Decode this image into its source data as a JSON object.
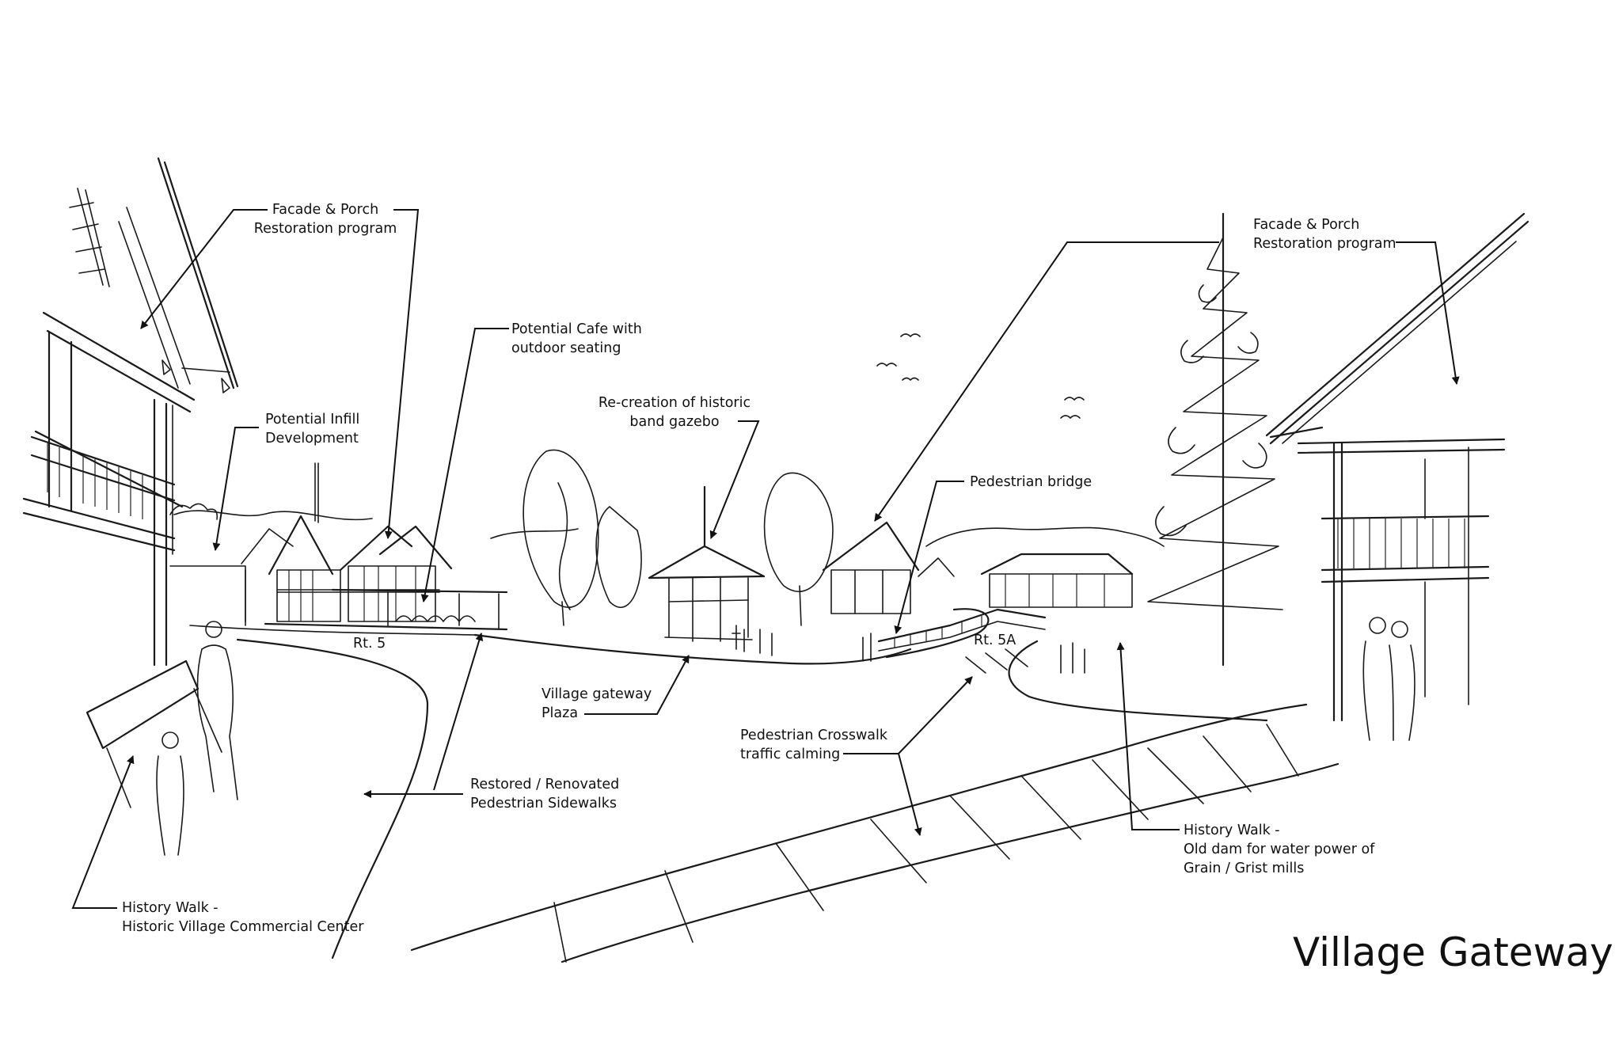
{
  "title": "Village Gateway",
  "annotations": [
    {
      "id": "facade-left",
      "lines": [
        "Facade & Porch",
        "Restoration program"
      ]
    },
    {
      "id": "cafe",
      "lines": [
        "Potential Cafe with",
        "outdoor seating"
      ]
    },
    {
      "id": "infill",
      "lines": [
        "Potential Infill",
        "Development"
      ]
    },
    {
      "id": "gazebo",
      "lines": [
        "Re-creation of historic",
        "band gazebo"
      ]
    },
    {
      "id": "facade-right",
      "lines": [
        "Facade & Porch",
        "Restoration program"
      ]
    },
    {
      "id": "bridge",
      "lines": [
        "Pedestrian bridge"
      ]
    },
    {
      "id": "plaza",
      "lines": [
        "Village gateway",
        "Plaza"
      ]
    },
    {
      "id": "crosswalk",
      "lines": [
        "Pedestrian Crosswalk",
        "traffic calming"
      ]
    },
    {
      "id": "sidewalks",
      "lines": [
        "Restored / Renovated",
        "Pedestrian Sidewalks"
      ]
    },
    {
      "id": "history-commercial",
      "lines": [
        "History Walk -",
        "Historic Village Commercial Center"
      ]
    },
    {
      "id": "history-dam",
      "lines": [
        "History Walk -",
        "Old dam for water power of",
        "Grain / Grist mills"
      ]
    }
  ],
  "road_labels": {
    "rt5": "Rt. 5",
    "rt5a": "Rt. 5A"
  },
  "colors": {
    "ink": "#1a1a1a",
    "paper": "#ffffff"
  }
}
